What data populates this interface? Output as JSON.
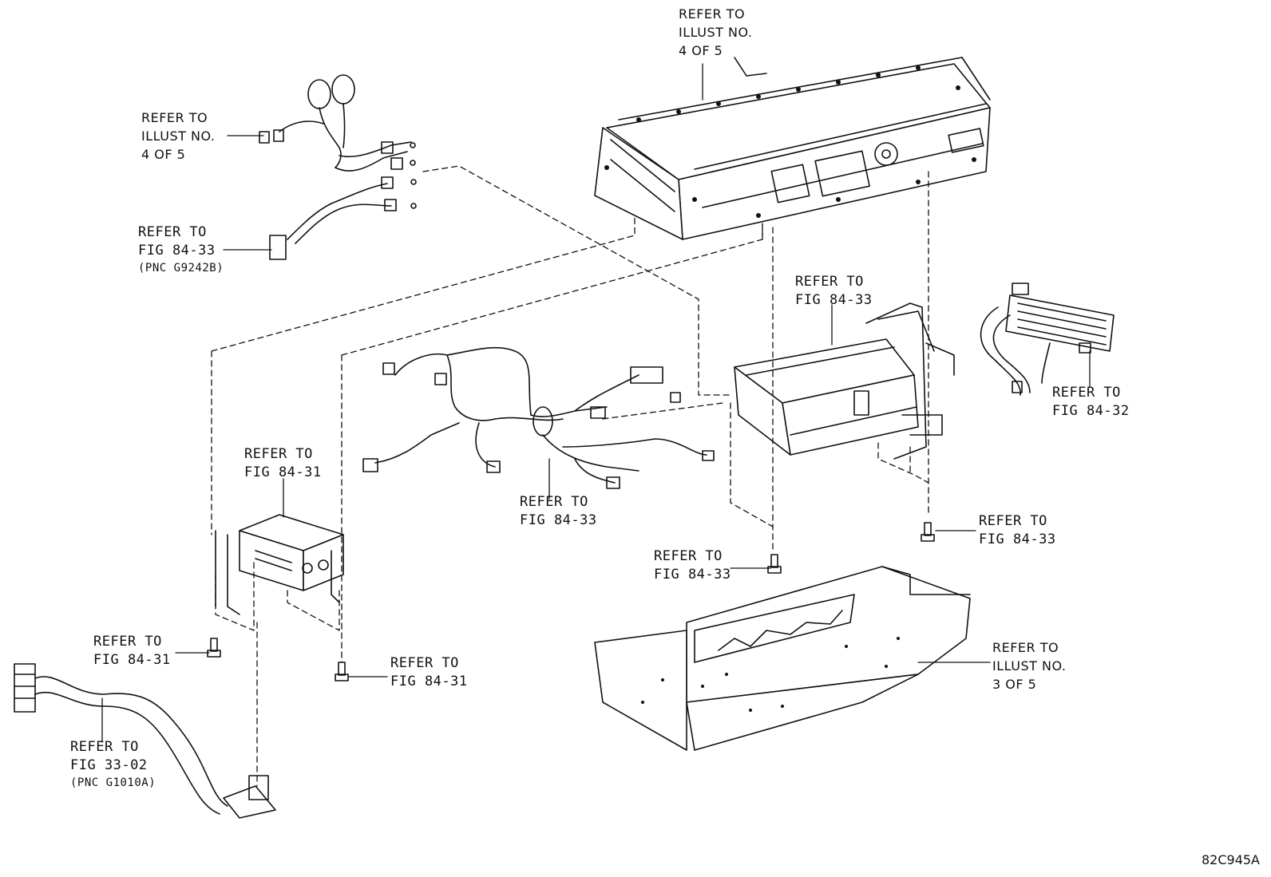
{
  "callouts": {
    "illust_top": {
      "line1": "REFER TO",
      "line2": "ILLUST NO.",
      "line3": "4 OF 5"
    },
    "illust_left": {
      "line1": "REFER TO",
      "line2": "ILLUST NO.",
      "line3": "4 OF 5"
    },
    "fig_8433_pnc": {
      "line1": "REFER TO",
      "line2": "FIG 84-33",
      "line3": "(PNC G9242B)"
    },
    "fig_8433_inverter": {
      "line1": "REFER TO",
      "line2": "FIG 84-33"
    },
    "fig_8432": {
      "line1": "REFER TO",
      "line2": "FIG 84-32"
    },
    "fig_8431_module": {
      "line1": "REFER TO",
      "line2": "FIG 84-31"
    },
    "fig_8433_harness": {
      "line1": "REFER TO",
      "line2": "FIG 84-33"
    },
    "fig_8433_bolt_right": {
      "line1": "REFER TO",
      "line2": "FIG 84-33"
    },
    "fig_8433_bolt_center": {
      "line1": "REFER TO",
      "line2": "FIG 84-33"
    },
    "fig_8431_bolt_left": {
      "line1": "REFER TO",
      "line2": "FIG 84-31"
    },
    "fig_8431_bolt_center": {
      "line1": "REFER TO",
      "line2": "FIG 84-31"
    },
    "illust_cover": {
      "line1": "REFER TO",
      "line2": "ILLUST NO.",
      "line3": "3 OF 5"
    },
    "fig_3302_pnc": {
      "line1": "REFER TO",
      "line2": "FIG 33-02",
      "line3": "(PNC G1010A)"
    }
  },
  "diagram_code": "82C945A",
  "colors": {
    "ink": "#111111",
    "background": "#ffffff"
  }
}
